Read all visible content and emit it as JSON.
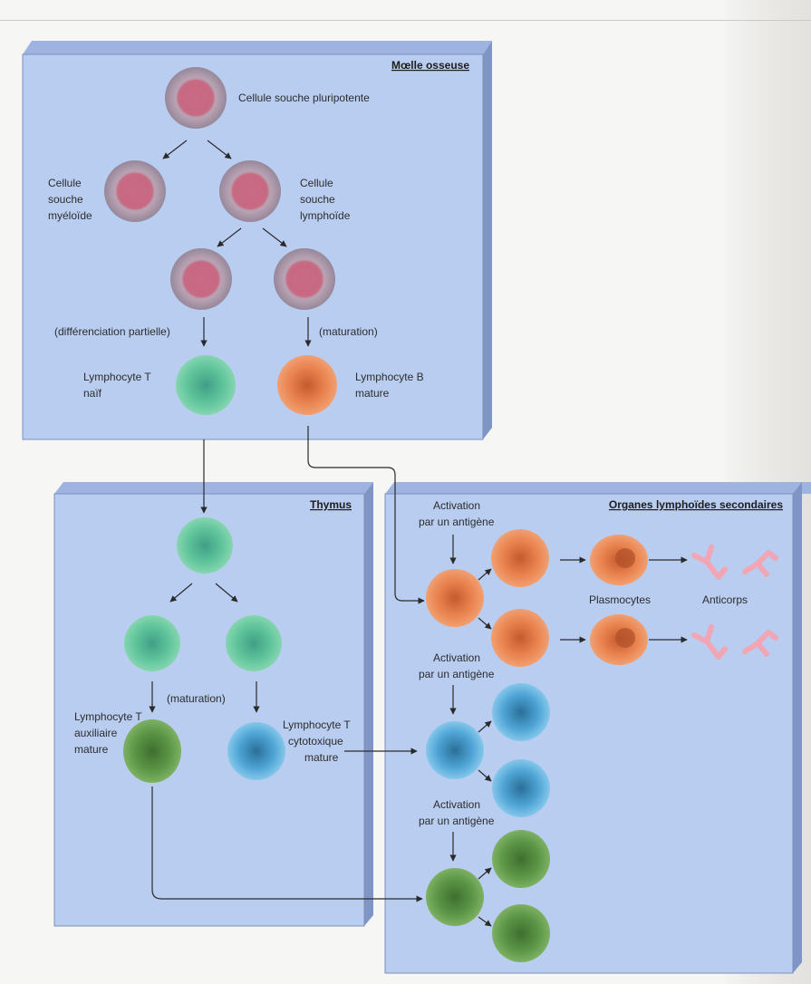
{
  "panels": {
    "bone_marrow": {
      "title": "Mœlle osseuse"
    },
    "thymus": {
      "title": "Thymus"
    },
    "secondary": {
      "title": "Organes lymphoïdes secondaires"
    }
  },
  "labels": {
    "stem_pluripotent": "Cellule souche pluripotente",
    "myeloid": [
      "Cellule",
      "souche",
      "myéloïde"
    ],
    "lymphoid": [
      "Cellule",
      "souche",
      "lymphoïde"
    ],
    "diff_partial": "(différenciation partielle)",
    "maturation_bm": "(maturation)",
    "t_naive": [
      "Lymphocyte T",
      "naïf"
    ],
    "b_mature": [
      "Lymphocyte B",
      "mature"
    ],
    "maturation_thymus": "(maturation)",
    "t_helper": [
      "Lymphocyte T",
      "auxiliaire",
      "mature"
    ],
    "t_cytotoxic": [
      "Lymphocyte T",
      "cytotoxique",
      "mature"
    ],
    "activation_1": [
      "Activation",
      "par un antigène"
    ],
    "activation_2": [
      "Activation",
      "par un antigène"
    ],
    "activation_3": [
      "Activation",
      "par un antigène"
    ],
    "plasmocytes": "Plasmocytes",
    "antibodies": "Anticorps"
  },
  "colors": {
    "panel_fill": "#b9cdf1",
    "panel_side": "#7f95c6",
    "stem_cell": "#c98a9a",
    "t_naive": "#6fc79f",
    "b_cell": "#ec8a55",
    "t_helper": "#5f9a4c",
    "t_cytotoxic": "#4fa3d6",
    "antibody": "#f2a5b3"
  }
}
